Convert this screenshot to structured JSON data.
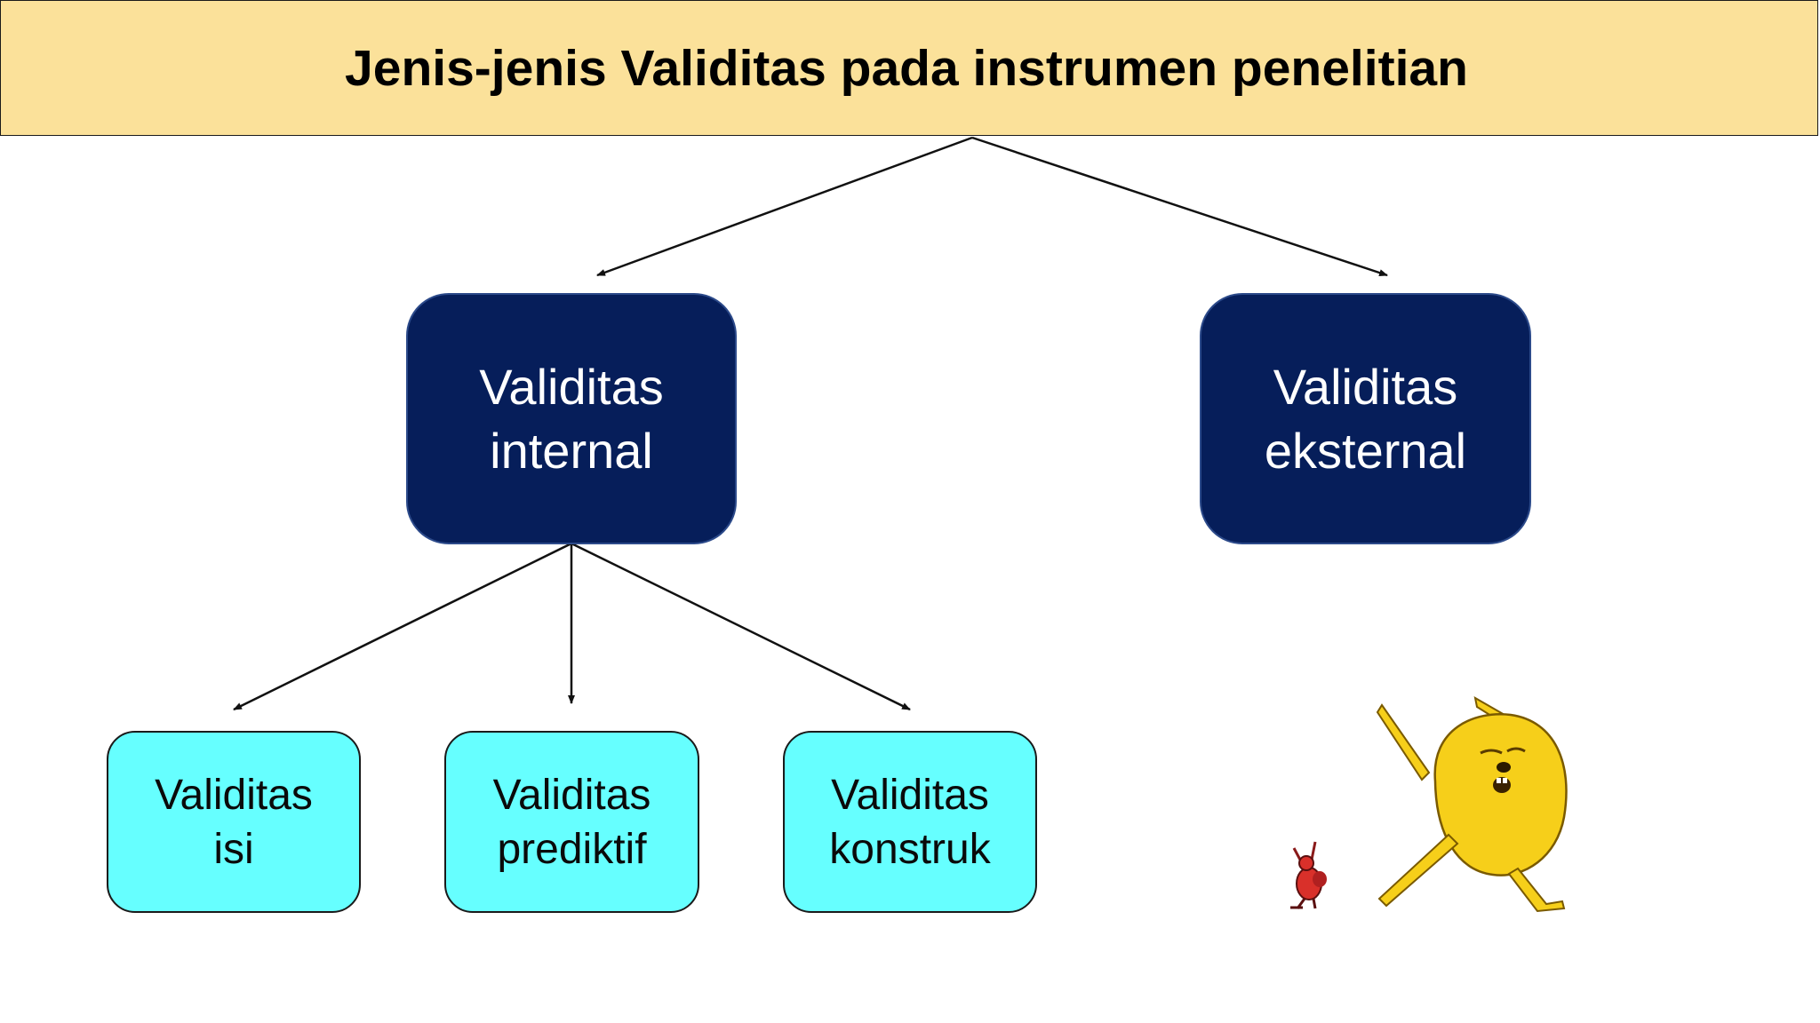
{
  "title": "Jenis-jenis Validitas pada instrumen penelitian",
  "nodes": {
    "internal": {
      "line1": "Validitas",
      "line2": "internal"
    },
    "eksternal": {
      "line1": "Validitas",
      "line2": "eksternal"
    },
    "isi": {
      "line1": "Validitas",
      "line2": "isi"
    },
    "prediktif": {
      "line1": "Validitas",
      "line2": "prediktif"
    },
    "konstruk": {
      "line1": "Validitas",
      "line2": "konstruk"
    }
  },
  "colors": {
    "title_bg": "#fbe19a",
    "dark_node": "#061e5a",
    "light_node": "#66ffff",
    "connector": "#111111"
  },
  "illustration": "cartoon-dog-stretching-with-small-red-creature"
}
